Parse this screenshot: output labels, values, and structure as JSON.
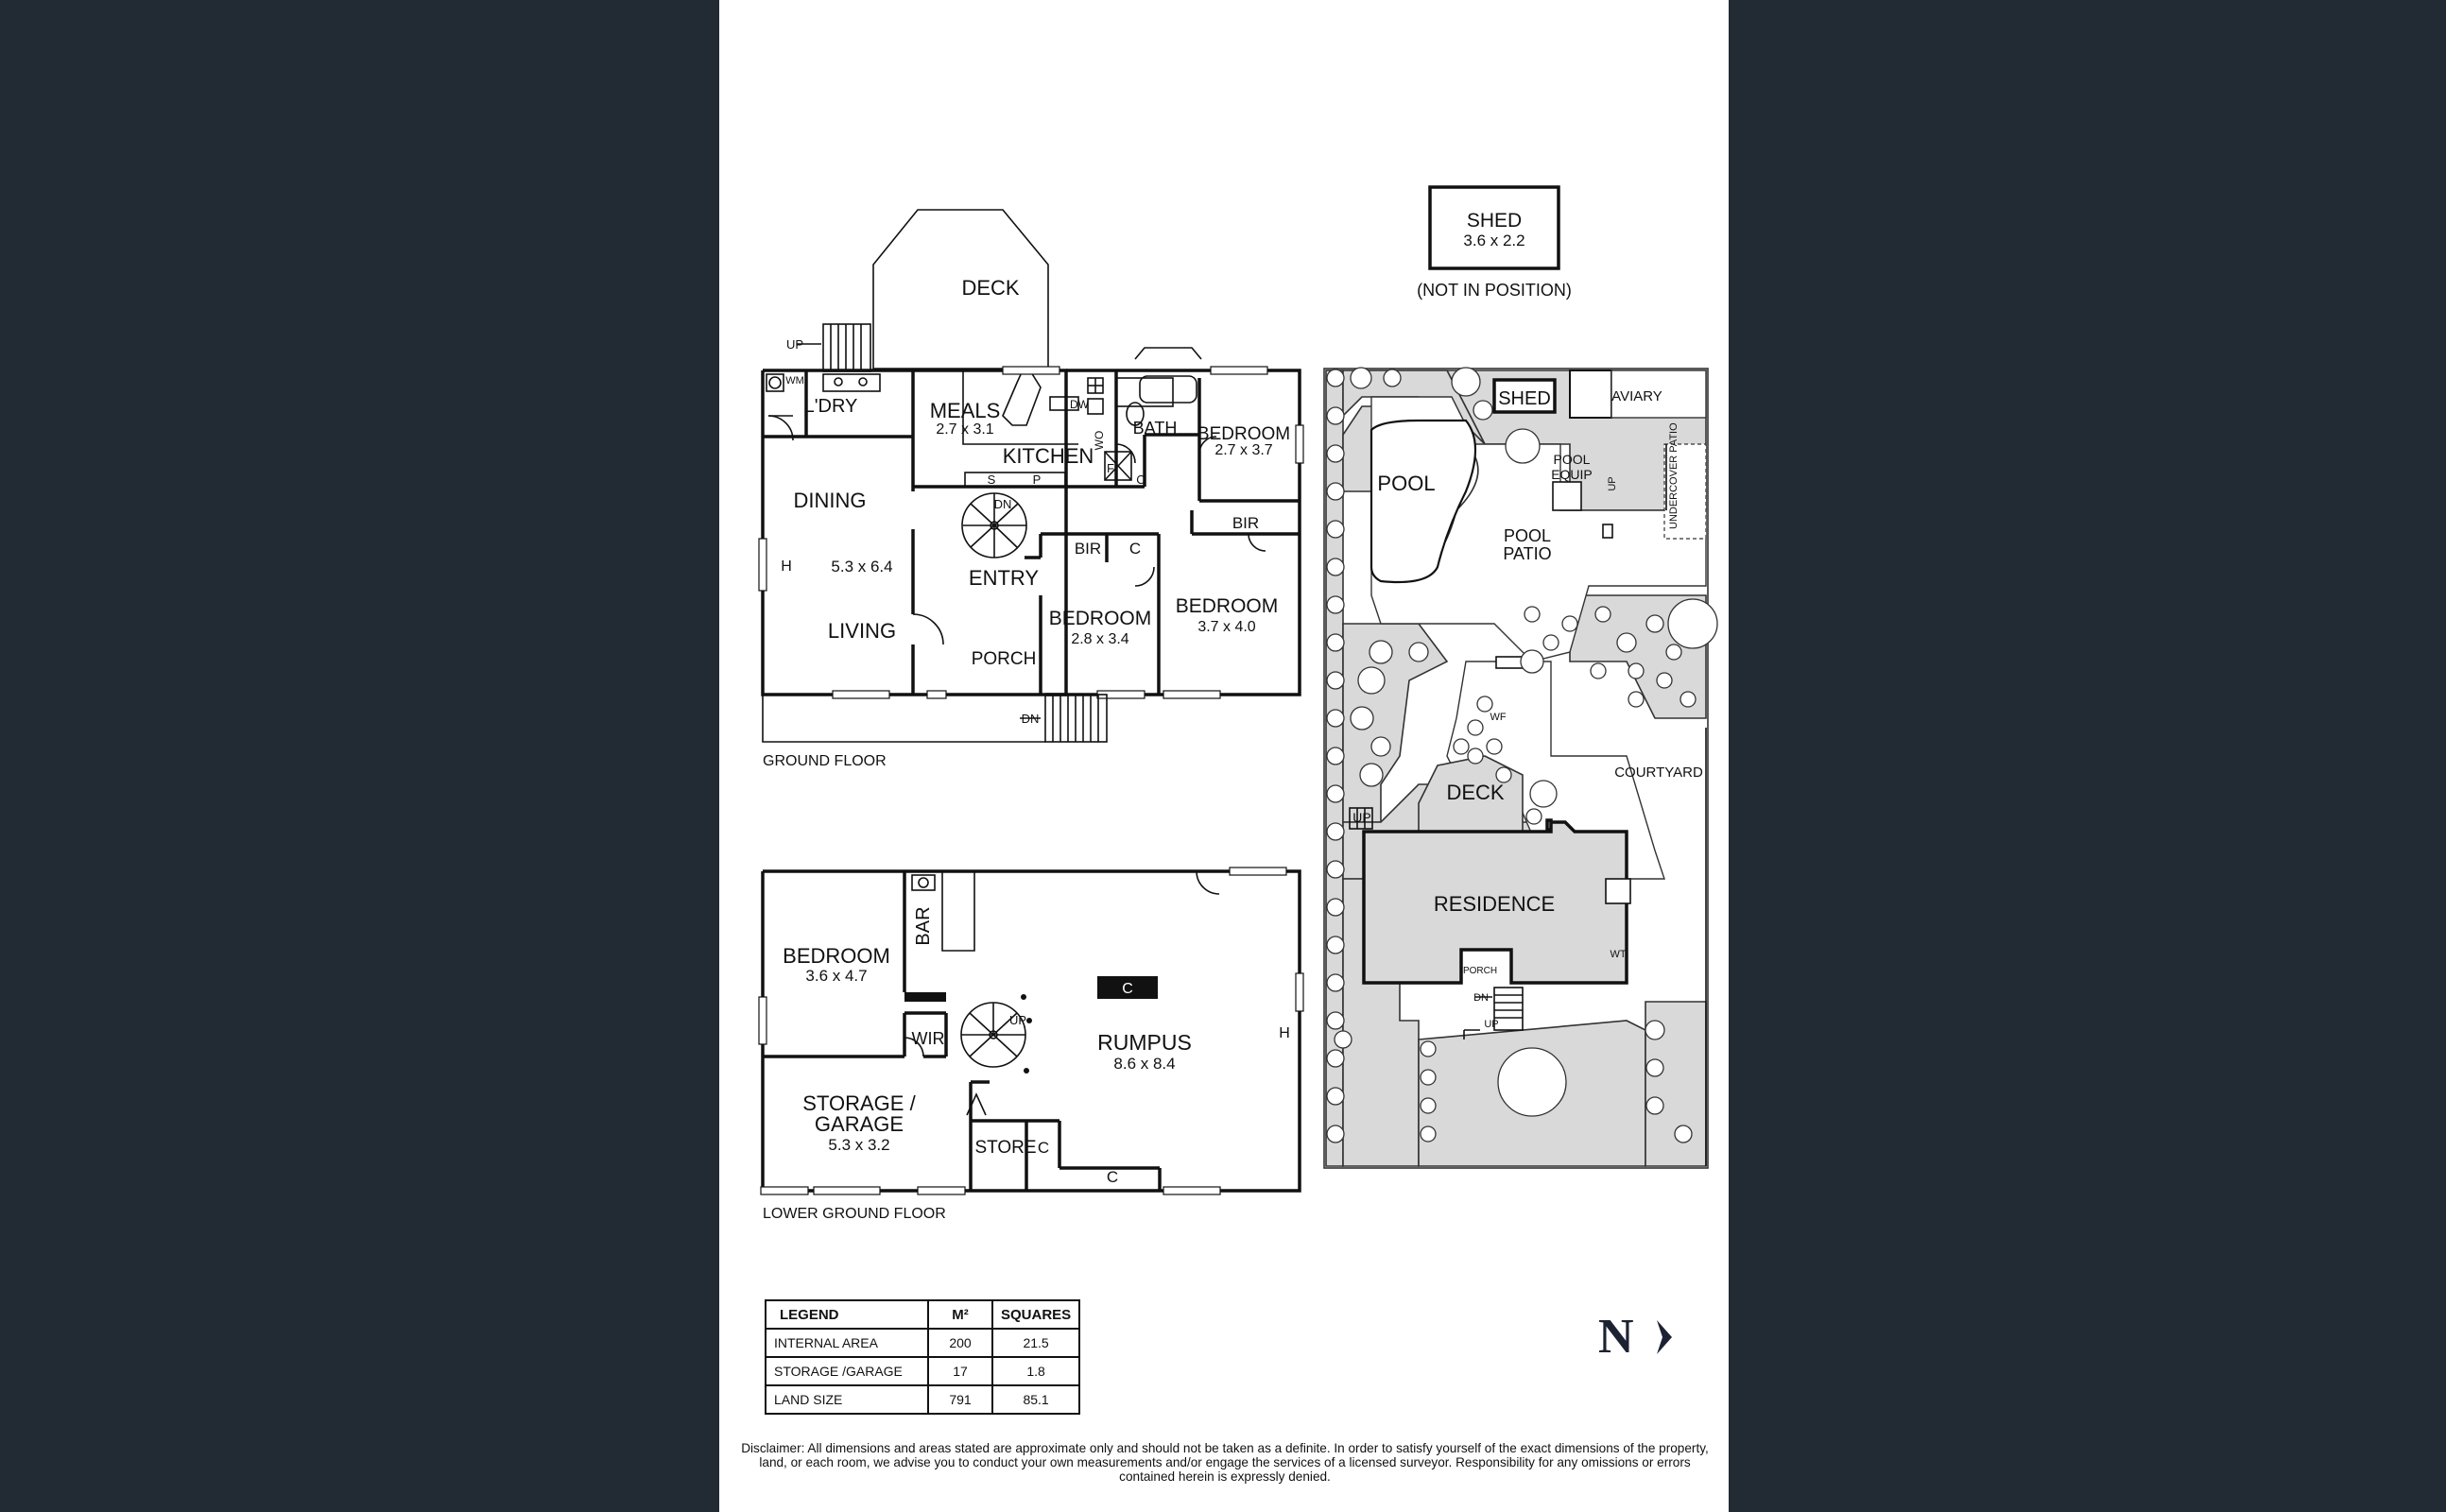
{
  "ground_floor": {
    "title": "GROUND FLOOR",
    "deck": "DECK",
    "up": "UP",
    "dn": "DN",
    "laundry": "L'DRY",
    "wm": "WM",
    "meals": "MEALS",
    "meals_dim": "2.7 x 3.1",
    "dw": "DW",
    "kitchen": "KITCHEN",
    "wo": "WO",
    "f": "F",
    "c": "C",
    "s": "S",
    "p": "P",
    "bath": "BATH",
    "bedroom_1": "BEDROOM",
    "bedroom_1_dim": "2.7 x 3.7",
    "bir": "BIR",
    "dining": "DINING",
    "living": "LIVING",
    "living_dim": "5.3 x 6.4",
    "h": "H",
    "entry": "ENTRY",
    "porch": "PORCH",
    "bedroom_2": "BEDROOM",
    "bedroom_2_dim": "2.8 x 3.4",
    "bedroom_3": "BEDROOM",
    "bedroom_3_dim": "3.7 x 4.0"
  },
  "lower_floor": {
    "title": "LOWER GROUND FLOOR",
    "bedroom": "BEDROOM",
    "bedroom_dim": "3.6 x 4.7",
    "bar": "BAR",
    "wir": "WIR",
    "up": "UP",
    "rumpus": "RUMPUS",
    "rumpus_dim": "8.6 x 8.4",
    "c": "C",
    "h": "H",
    "storage_1": "STORAGE /",
    "storage_2": "GARAGE",
    "storage_dim": "5.3 x 3.2",
    "store": "STORE"
  },
  "site": {
    "shed_box": "SHED",
    "shed_dim": "3.6 x 2.2",
    "not_in_position": "(NOT IN POSITION)",
    "shed": "SHED",
    "aviary": "AVIARY",
    "pool": "POOL",
    "pool_equip_1": "POOL",
    "pool_equip_2": "EQUIP",
    "pool_patio_1": "POOL",
    "pool_patio_2": "PATIO",
    "undercover_patio": "UNDERCOVER PATIO",
    "up": "UP",
    "dn": "DN",
    "wf": "WF",
    "courtyard": "COURTYARD",
    "deck": "DECK",
    "residence": "RESIDENCE",
    "wt": "WT",
    "porch": "PORCH"
  },
  "legend": {
    "headers": [
      "LEGEND",
      "M²",
      "SQUARES"
    ],
    "rows": [
      [
        "INTERNAL AREA",
        "200",
        "21.5"
      ],
      [
        "STORAGE /GARAGE",
        "17",
        "1.8"
      ],
      [
        "LAND SIZE",
        "791",
        "85.1"
      ]
    ]
  },
  "north": "N",
  "disclaimer": "Disclaimer: All dimensions and areas stated are approximate only and should not be taken as a definite. In order to satisfy yourself of the exact dimensions of the property, land, or each room, we advise you to conduct your own measurements and/or engage the services of a licensed surveyor. Responsibility for any omissions or errors contained herein is expressly denied.",
  "colors": {
    "page_background": "#222a33",
    "sheet": "#ffffff",
    "shaded_area": "#d9d9d9",
    "north_mark": "#1d2233"
  }
}
